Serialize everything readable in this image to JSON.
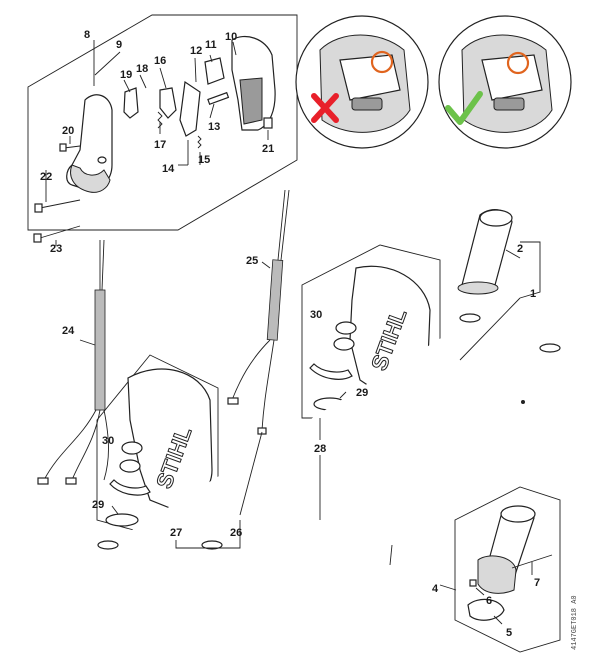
{
  "labels": {
    "p1": "1",
    "p2": "2",
    "p4": "4",
    "p5": "5",
    "p6": "6",
    "p7": "7",
    "p8": "8",
    "p9": "9",
    "p10": "10",
    "p11": "11",
    "p12": "12",
    "p13": "13",
    "p14": "14",
    "p15": "15",
    "p16": "16",
    "p17": "17",
    "p18": "18",
    "p19": "19",
    "p20": "20",
    "p21": "21",
    "p22": "22",
    "p23": "23",
    "p24": "24",
    "p25": "25",
    "p26": "26",
    "p27": "27",
    "p28": "28",
    "p29a": "29",
    "p29b": "29",
    "p30a": "30",
    "p30b": "30"
  },
  "brand": {
    "cover_left": "STIHL",
    "cover_right": "STIHL"
  },
  "drawing_code": "4147GET018 A0",
  "icons": {
    "wrong": "red-x-icon",
    "correct": "green-check-icon"
  },
  "colors": {
    "wrong": "#e8202a",
    "correct": "#6cc24a",
    "highlight_ring": "#e0641e"
  }
}
